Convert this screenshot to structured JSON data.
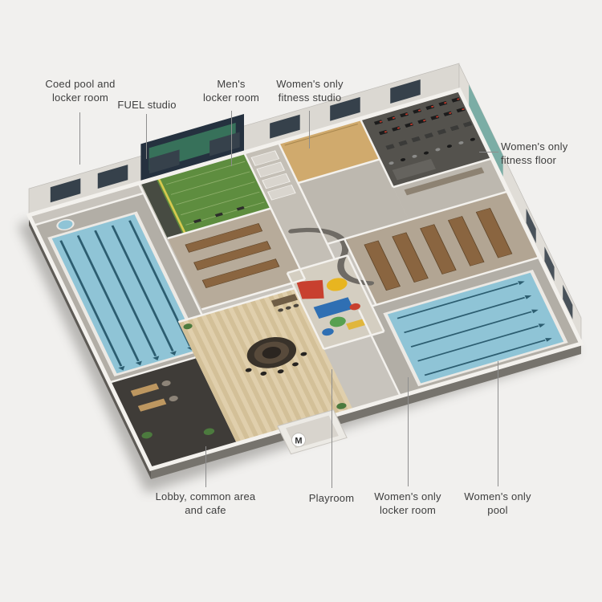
{
  "scene": {
    "background": "#f1f0ee",
    "text_color": "#3e3e3e",
    "connector_color": "#8e8e8e"
  },
  "labels": {
    "coed_pool": "Coed pool and\nlocker room",
    "fuel_studio": "FUEL studio",
    "mens_locker": "Men's\nlocker room",
    "womens_fitness_studio": "Women's only\nfitness studio",
    "womens_fitness_floor": "Women's only\nfitness floor",
    "lobby": "Lobby, common area\nand cafe",
    "playroom": "Playroom",
    "womens_locker": "Women's only\nlocker room",
    "womens_pool": "Women's only\npool"
  },
  "entrance_logo": "M",
  "palette": {
    "building_base": "#c8c4bd",
    "deck": "#b2aea6",
    "water": "#8fc4d6",
    "lane": "#2c5d70",
    "turf_green": "#5e8d3f",
    "studio_tan": "#d0aa6d",
    "locker_wood": "#8a6540",
    "fitness_floor_dark": "#54524d",
    "teal_accent_wall": "#7bada5",
    "navy_wall": "#25313f",
    "lobby_wood": "#e0cfac",
    "wall_white": "#f3f1ed"
  }
}
